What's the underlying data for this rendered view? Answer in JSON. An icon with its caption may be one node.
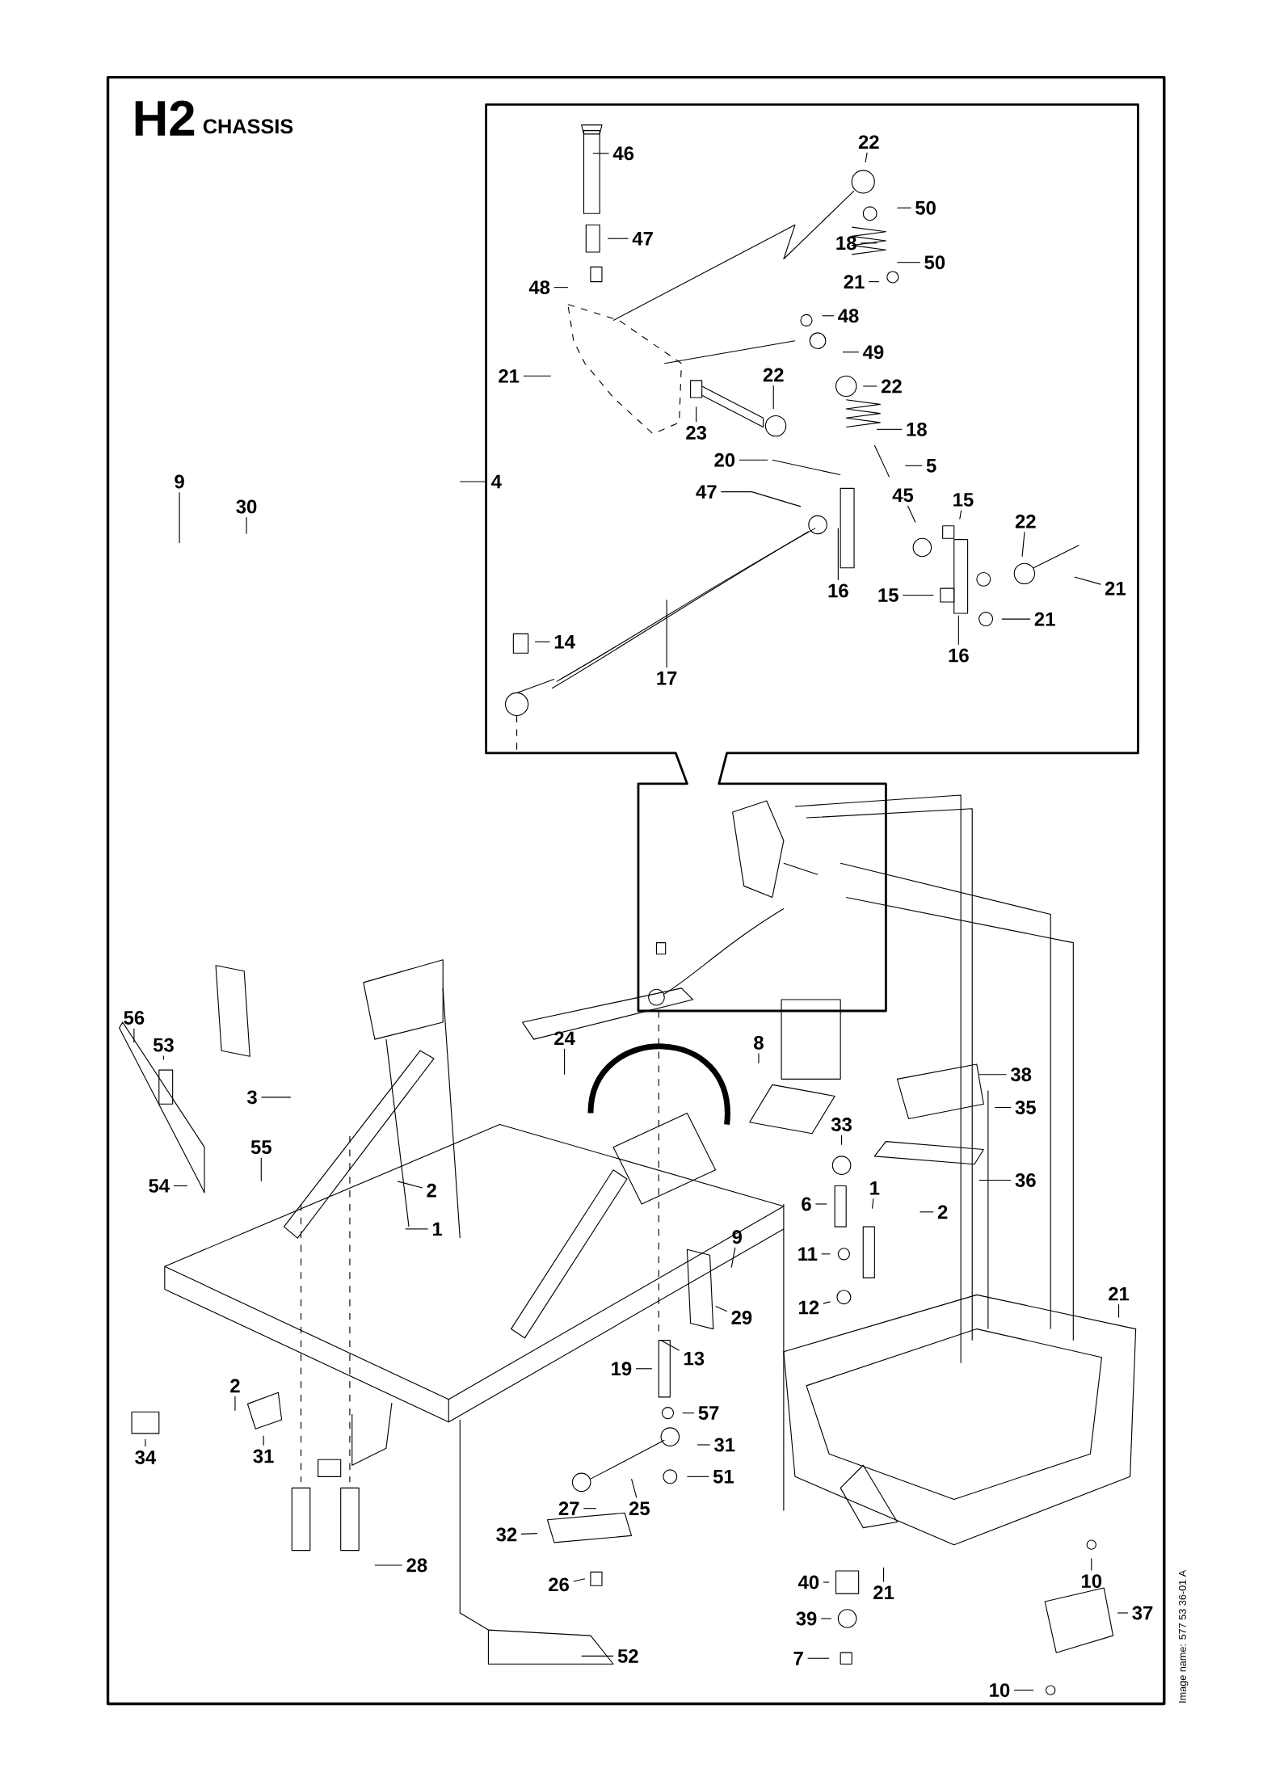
{
  "diagram": {
    "title": "CHASSIS",
    "nodes": [
      {
        "text": [
          "46"
        ]
      },
      {
        "text": [
          "22"
        ]
      },
      {
        "text": [
          "50"
        ]
      },
      {
        "text": [
          "47"
        ]
      },
      {
        "text": [
          "18"
        ]
      },
      {
        "text": [
          "50"
        ]
      },
      {
        "text": [
          "21"
        ]
      },
      {
        "text": [
          "48"
        ]
      },
      {
        "text": [
          "48"
        ]
      },
      {
        "text": [
          "49"
        ]
      },
      {
        "text": [
          "21"
        ]
      },
      {
        "text": [
          "22"
        ]
      },
      {
        "text": [
          "22"
        ]
      },
      {
        "text": [
          "23"
        ]
      },
      {
        "text": [
          "18"
        ]
      },
      {
        "text": [
          "20"
        ]
      },
      {
        "text": [
          "5"
        ]
      },
      {
        "text": [
          "47"
        ]
      },
      {
        "text": [
          "45"
        ]
      },
      {
        "text": [
          "15"
        ]
      },
      {
        "text": [
          "22"
        ]
      },
      {
        "text": [
          "16"
        ]
      },
      {
        "text": [
          "15"
        ]
      },
      {
        "text": [
          "21"
        ]
      },
      {
        "text": [
          "21"
        ]
      },
      {
        "text": [
          "16"
        ]
      },
      {
        "text": [
          "14"
        ]
      },
      {
        "text": [
          "17"
        ]
      },
      {
        "text": [
          "9"
        ]
      },
      {
        "text": [
          "30"
        ]
      },
      {
        "text": [
          "4"
        ]
      },
      {
        "text": [
          "56"
        ]
      },
      {
        "text": [
          "53"
        ]
      },
      {
        "text": [
          "24"
        ]
      },
      {
        "text": [
          "8"
        ]
      },
      {
        "text": [
          "38"
        ]
      },
      {
        "text": [
          "3"
        ]
      },
      {
        "text": [
          "35"
        ]
      },
      {
        "text": [
          "55"
        ]
      },
      {
        "text": [
          "54"
        ]
      },
      {
        "text": [
          "33"
        ]
      },
      {
        "text": [
          "2"
        ]
      },
      {
        "text": [
          "36"
        ]
      },
      {
        "text": [
          "1"
        ]
      },
      {
        "text": [
          "6"
        ]
      },
      {
        "text": [
          "1"
        ]
      },
      {
        "text": [
          "2"
        ]
      },
      {
        "text": [
          "9"
        ]
      },
      {
        "text": [
          "11"
        ]
      },
      {
        "text": [
          "12"
        ]
      },
      {
        "text": [
          "29"
        ]
      },
      {
        "text": [
          "13"
        ]
      },
      {
        "text": [
          "21"
        ]
      },
      {
        "text": [
          "19"
        ]
      },
      {
        "text": [
          "57"
        ]
      },
      {
        "text": [
          "31"
        ]
      },
      {
        "text": [
          "51"
        ]
      },
      {
        "text": [
          "2"
        ]
      },
      {
        "text": [
          "31"
        ]
      },
      {
        "text": [
          "34"
        ]
      },
      {
        "text": [
          "25"
        ]
      },
      {
        "text": [
          "27"
        ]
      },
      {
        "text": [
          "32"
        ]
      },
      {
        "text": [
          "26"
        ]
      },
      {
        "text": [
          "28"
        ]
      },
      {
        "text": [
          "40"
        ]
      },
      {
        "text": [
          "21"
        ]
      },
      {
        "text": [
          "10"
        ]
      },
      {
        "text": [
          "39"
        ]
      },
      {
        "text": [
          "37"
        ]
      },
      {
        "text": [
          "52"
        ]
      },
      {
        "text": [
          "7"
        ]
      },
      {
        "text": [
          "10"
        ]
      }
    ],
    "edges": [
      {
        "from": 0,
        "to": null,
        "arrow": "none"
      },
      {
        "from": 1,
        "to": null,
        "arrow": "none"
      },
      {
        "from": 2,
        "to": null,
        "arrow": "none"
      },
      {
        "from": 3,
        "to": null,
        "arrow": "none"
      },
      {
        "from": 4,
        "to": null,
        "arrow": "none"
      },
      {
        "from": 5,
        "to": null,
        "arrow": "none"
      },
      {
        "from": 6,
        "to": null,
        "arrow": "none"
      },
      {
        "from": 7,
        "to": null,
        "arrow": "none"
      },
      {
        "from": 8,
        "to": null,
        "arrow": "none"
      },
      {
        "from": 9,
        "to": null,
        "arrow": "none"
      },
      {
        "from": 10,
        "to": null,
        "arrow": "none"
      },
      {
        "from": 11,
        "to": null,
        "arrow": "none"
      },
      {
        "from": 12,
        "to": null,
        "arrow": "none"
      },
      {
        "from": 13,
        "to": null,
        "arrow": "none"
      },
      {
        "from": 14,
        "to": null,
        "arrow": "none"
      },
      {
        "from": 15,
        "to": null,
        "arrow": "none"
      },
      {
        "from": 16,
        "to": null,
        "arrow": "none"
      },
      {
        "from": 17,
        "to": null,
        "arrow": "none"
      },
      {
        "from": 18,
        "to": null,
        "arrow": "none"
      },
      {
        "from": 19,
        "to": null,
        "arrow": "none"
      },
      {
        "from": 20,
        "to": null,
        "arrow": "none"
      },
      {
        "from": 21,
        "to": null,
        "arrow": "none"
      },
      {
        "from": 22,
        "to": null,
        "arrow": "none"
      },
      {
        "from": 23,
        "to": null,
        "arrow": "none"
      },
      {
        "from": 24,
        "to": null,
        "arrow": "none"
      },
      {
        "from": 25,
        "to": null,
        "arrow": "none"
      },
      {
        "from": 26,
        "to": null,
        "arrow": "none"
      },
      {
        "from": 27,
        "to": null,
        "arrow": "none"
      },
      {
        "from": 28,
        "to": null,
        "arrow": "none"
      },
      {
        "from": 29,
        "to": null,
        "arrow": "none"
      },
      {
        "from": 30,
        "to": null,
        "arrow": "none"
      },
      {
        "from": 31,
        "to": null,
        "arrow": "none"
      },
      {
        "from": 32,
        "to": null,
        "arrow": "none"
      },
      {
        "from": 33,
        "to": null,
        "arrow": "none"
      },
      {
        "from": 34,
        "to": null,
        "arrow": "none"
      },
      {
        "from": 35,
        "to": null,
        "arrow": "none"
      },
      {
        "from": 36,
        "to": null,
        "arrow": "none"
      },
      {
        "from": 37,
        "to": null,
        "arrow": "none"
      },
      {
        "from": 38,
        "to": null,
        "arrow": "none"
      },
      {
        "from": 39,
        "to": null,
        "arrow": "none"
      },
      {
        "from": 40,
        "to": null,
        "arrow": "none"
      },
      {
        "from": 41,
        "to": null,
        "arrow": "none"
      },
      {
        "from": 42,
        "to": null,
        "arrow": "none"
      },
      {
        "from": 43,
        "to": null,
        "arrow": "none"
      },
      {
        "from": 44,
        "to": null,
        "arrow": "none"
      },
      {
        "from": 45,
        "to": null,
        "arrow": "none"
      },
      {
        "from": 46,
        "to": null,
        "arrow": "none"
      },
      {
        "from": 47,
        "to": null,
        "arrow": "none"
      },
      {
        "from": 48,
        "to": null,
        "arrow": "none"
      },
      {
        "from": 49,
        "to": null,
        "arrow": "none"
      },
      {
        "from": 50,
        "to": null,
        "arrow": "none"
      },
      {
        "from": 51,
        "to": null,
        "arrow": "none"
      },
      {
        "from": 52,
        "to": null,
        "arrow": "none"
      },
      {
        "from": 53,
        "to": null,
        "arrow": "none"
      },
      {
        "from": 54,
        "to": null,
        "arrow": "none"
      },
      {
        "from": 55,
        "to": null,
        "arrow": "none"
      },
      {
        "from": 56,
        "to": null,
        "arrow": "none"
      },
      {
        "from": 57,
        "to": null,
        "arrow": "none"
      },
      {
        "from": 58,
        "to": null,
        "arrow": "none"
      },
      {
        "from": 59,
        "to": null,
        "arrow": "none"
      },
      {
        "from": 60,
        "to": null,
        "arrow": "none"
      },
      {
        "from": 61,
        "to": null,
        "arrow": "none"
      },
      {
        "from": 62,
        "to": null,
        "arrow": "none"
      },
      {
        "from": 63,
        "to": null,
        "arrow": "none"
      },
      {
        "from": 64,
        "to": null,
        "arrow": "none"
      },
      {
        "from": 65,
        "to": null,
        "arrow": "none"
      },
      {
        "from": 66,
        "to": null,
        "arrow": "none"
      },
      {
        "from": 67,
        "to": null,
        "arrow": "none"
      },
      {
        "from": 68,
        "to": null,
        "arrow": "none"
      },
      {
        "from": 69,
        "to": null,
        "arrow": "none"
      },
      {
        "from": 70,
        "to": null,
        "arrow": "none"
      },
      {
        "from": 71,
        "to": null,
        "arrow": "none"
      },
      {
        "from": 72,
        "to": null,
        "arrow": "none"
      }
    ],
    "labels": [
      "H2",
      "Image name: 577 53 36-01 A"
    ]
  }
}
